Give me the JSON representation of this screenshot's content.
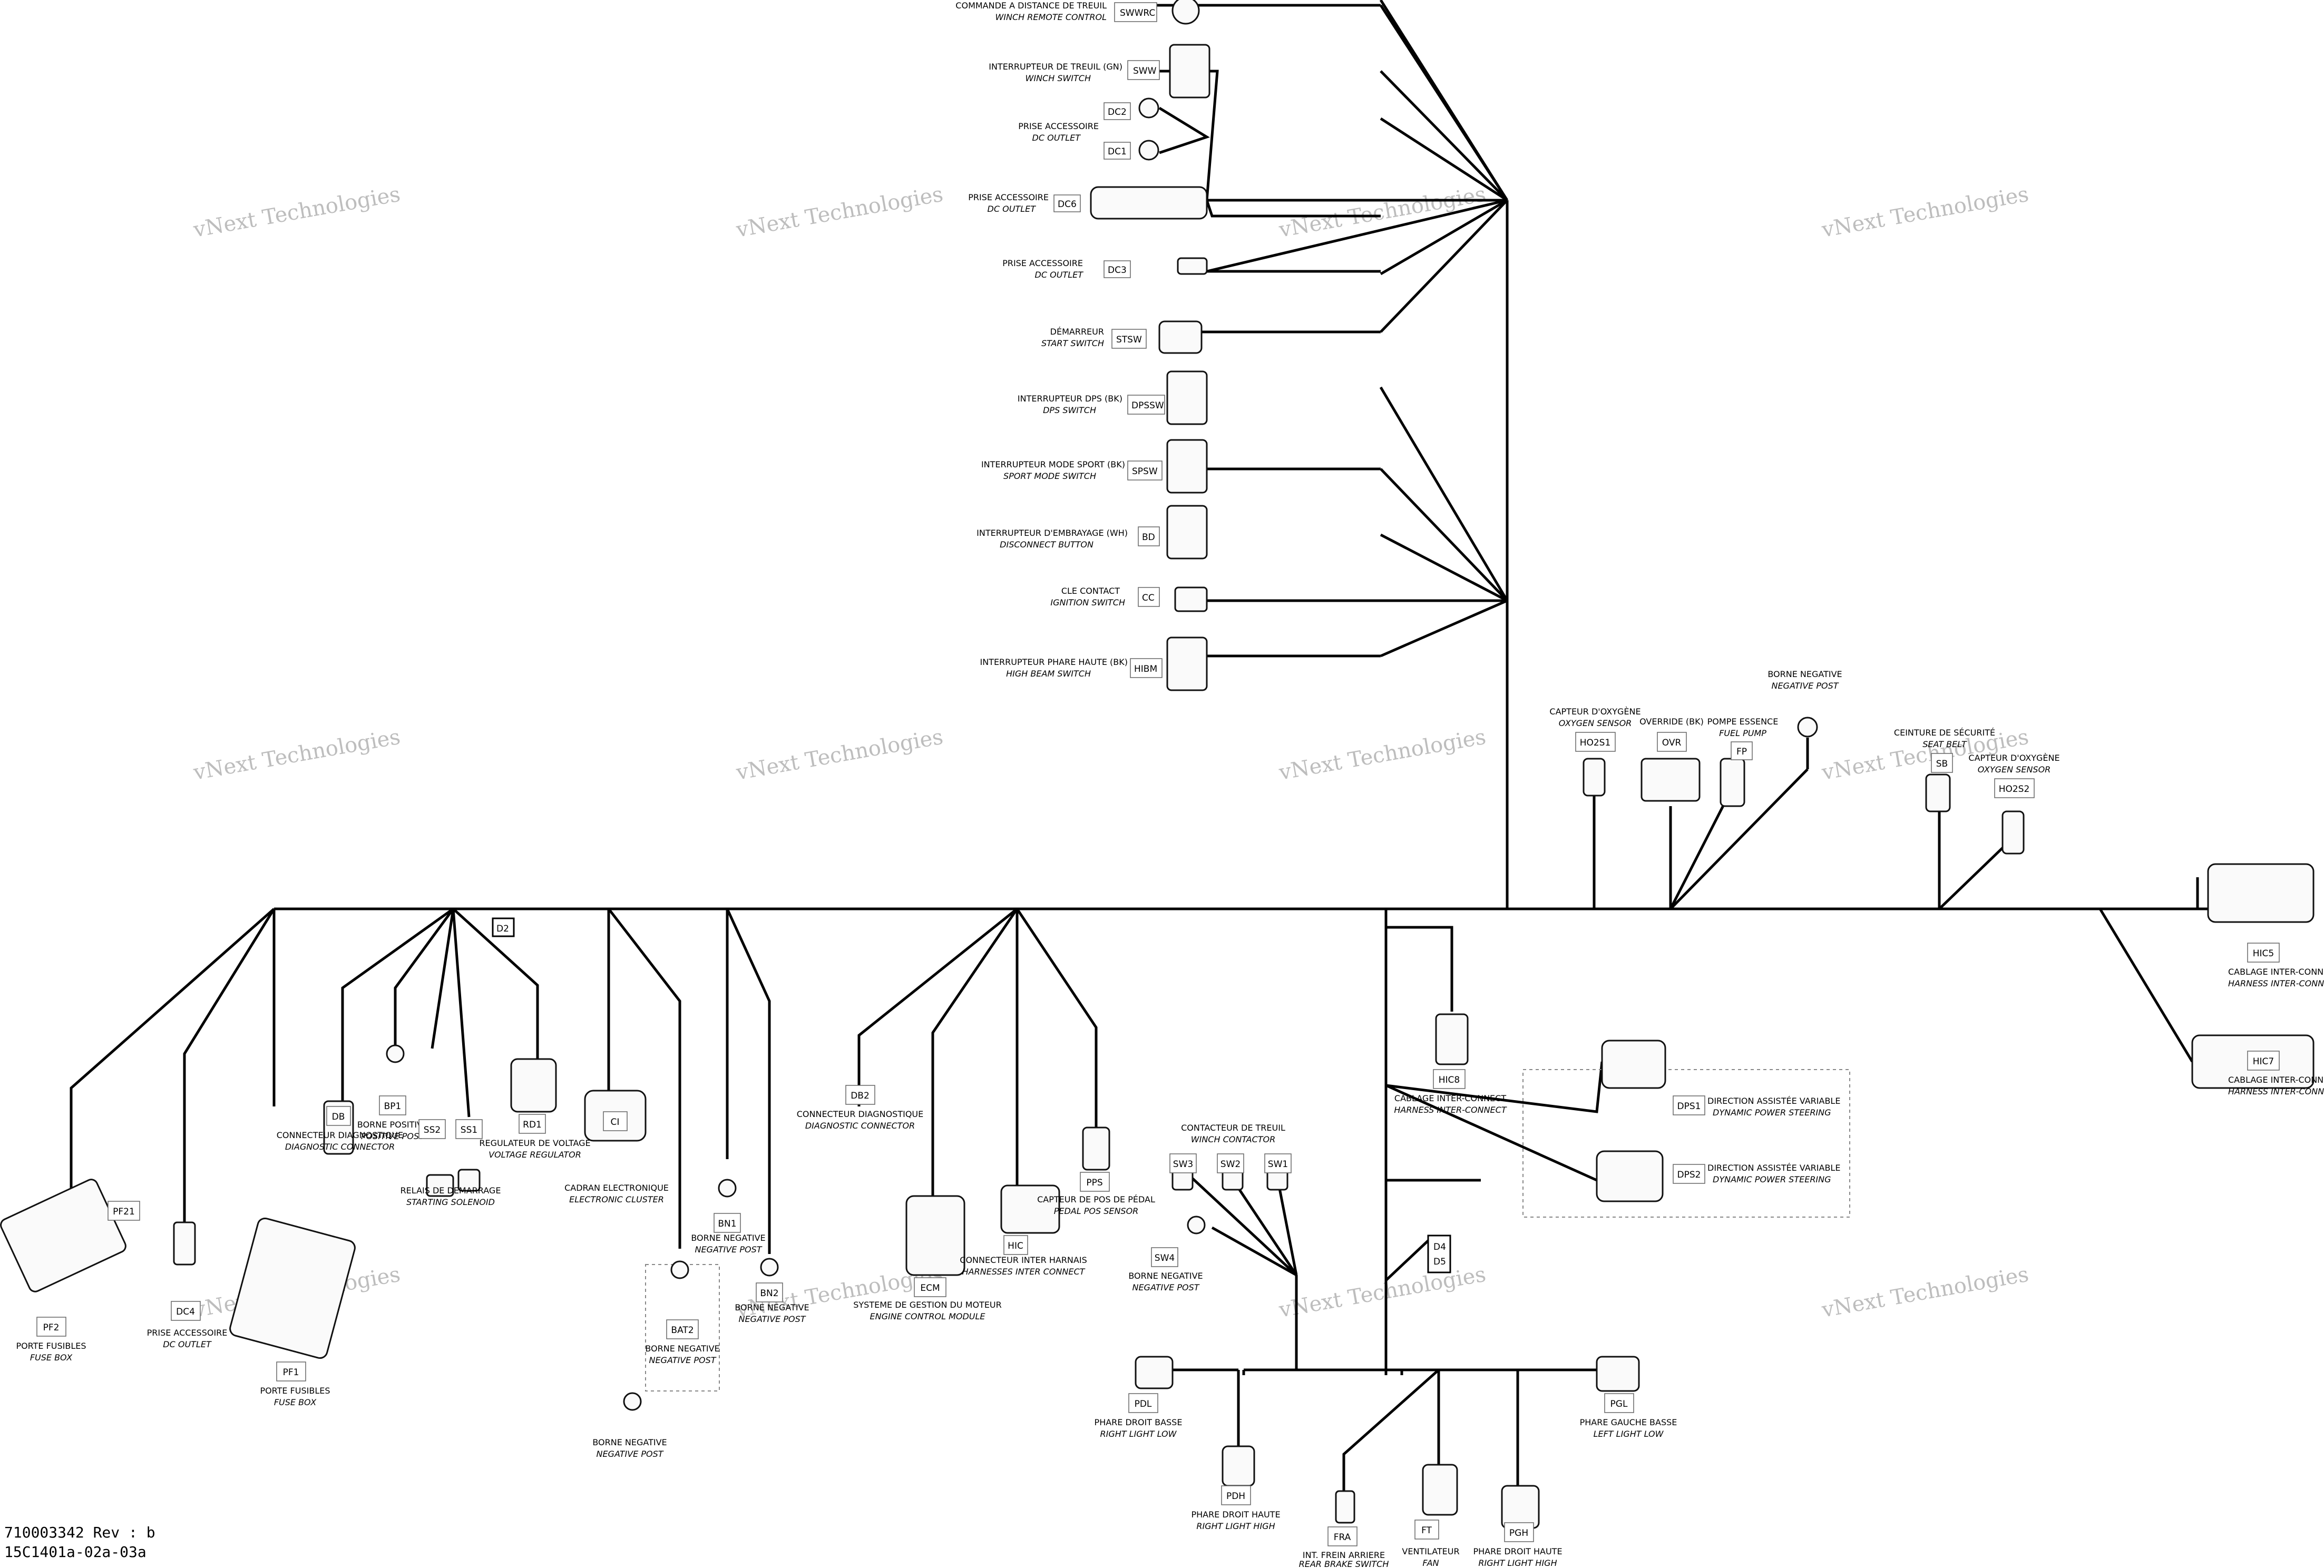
{
  "connectors": [
    {
      "id": "SWWRC",
      "fr": "COMMANDE A DISTANCE DE TREUIL",
      "en": "WINCH REMOTE CONTROL"
    },
    {
      "id": "SWW",
      "fr": "INTERRUPTEUR DE TREUIL (GN)",
      "en": "WINCH SWITCH"
    },
    {
      "id": "DC2",
      "fr": "PRISE ACCESSOIRE",
      "en": "DC OUTLET"
    },
    {
      "id": "DC1",
      "fr": "",
      "en": ""
    },
    {
      "id": "DC6",
      "fr": "PRISE ACCESSOIRE",
      "en": "DC OUTLET"
    },
    {
      "id": "DC3",
      "fr": "PRISE ACCESSOIRE",
      "en": "DC OUTLET"
    },
    {
      "id": "STSW",
      "fr": "DÉMARREUR",
      "en": "START SWITCH"
    },
    {
      "id": "DPSSW",
      "fr": "INTERRUPTEUR DPS (BK)",
      "en": "DPS SWITCH"
    },
    {
      "id": "SPSW",
      "fr": "INTERRUPTEUR MODE SPORT (BK)",
      "en": "SPORT MODE SWITCH"
    },
    {
      "id": "BD",
      "fr": "INTERRUPTEUR D'EMBRAYAGE (WH)",
      "en": "DISCONNECT BUTTON"
    },
    {
      "id": "CC",
      "fr": "CLE CONTACT",
      "en": "IGNITION SWITCH"
    },
    {
      "id": "HIBM",
      "fr": "INTERRUPTEUR PHARE HAUTE (BK)",
      "en": "HIGH BEAM SWITCH"
    },
    {
      "id": "HO2S1",
      "fr": "CAPTEUR D'OXYGÈNE",
      "en": "OXYGEN SENSOR"
    },
    {
      "id": "OVR",
      "fr": "OVERRIDE (BK)",
      "en": ""
    },
    {
      "id": "FP",
      "fr": "POMPE ESSENCE",
      "en": "FUEL PUMP"
    },
    {
      "id": "NEGPOST_TOP",
      "fr": "BORNE NEGATIVE",
      "en": "NEGATIVE POST"
    },
    {
      "id": "SB",
      "fr": "CEINTURE DE SÉCURITÉ",
      "en": "SEAT BELT"
    },
    {
      "id": "HO2S2",
      "fr": "CAPTEUR D'OXYGÈNE",
      "en": "OXYGEN SENSOR"
    },
    {
      "id": "HIC5",
      "fr": "CABLAGE INTER-CONNECT",
      "en": "HARNESS INTER-CONNECT"
    },
    {
      "id": "HIC7",
      "fr": "CABLAGE INTER-CONNECT",
      "en": "HARNESS INTER-CONNECT"
    },
    {
      "id": "HIC8",
      "fr": "CABLAGE INTER-CONNECT",
      "en": "HARNESS INTER-CONNECT"
    },
    {
      "id": "DPS1",
      "fr": "DIRECTION ASSISTÉE VARIABLE",
      "en": "DYNAMIC POWER STEERING"
    },
    {
      "id": "DPS2",
      "fr": "DIRECTION ASSISTÉE VARIABLE",
      "en": "DYNAMIC POWER STEERING"
    },
    {
      "id": "PF21",
      "fr": "",
      "en": ""
    },
    {
      "id": "PF2",
      "fr": "PORTE FUSIBLES",
      "en": "FUSE BOX"
    },
    {
      "id": "DC4",
      "fr": "PRISE ACCESSOIRE",
      "en": "DC OUTLET"
    },
    {
      "id": "PF1",
      "fr": "PORTE FUSIBLES",
      "en": "FUSE BOX"
    },
    {
      "id": "DB",
      "fr": "CONNECTEUR DIAGNOSTIQUE",
      "en": "DIAGNOSTIC CONNECTOR"
    },
    {
      "id": "BP1",
      "fr": "BORNE POSITIVE",
      "en": "POSITIVE POST"
    },
    {
      "id": "SS2",
      "fr": "RELAIS DE DEMARRAGE",
      "en": "STARTING SOLENOID"
    },
    {
      "id": "SS1",
      "fr": "",
      "en": ""
    },
    {
      "id": "RD1",
      "fr": "REGULATEUR DE VOLTAGE",
      "en": "VOLTAGE REGULATOR"
    },
    {
      "id": "CI",
      "fr": "CADRAN ELECTRONIQUE",
      "en": "ELECTRONIC CLUSTER"
    },
    {
      "id": "BAT2",
      "fr": "BORNE NEGATIVE",
      "en": "NEGATIVE POST"
    },
    {
      "id": "NEGPOST_BOTTOM",
      "fr": "BORNE NEGATIVE",
      "en": "NEGATIVE POST"
    },
    {
      "id": "BN1",
      "fr": "BORNE NEGATIVE",
      "en": "NEGATIVE POST"
    },
    {
      "id": "BN2",
      "fr": "BORNE NEGATIVE",
      "en": "NEGATIVE POST"
    },
    {
      "id": "DB2",
      "fr": "CONNECTEUR DIAGNOSTIQUE",
      "en": "DIAGNOSTIC CONNECTOR"
    },
    {
      "id": "ECM",
      "fr": "SYSTEME DE GESTION DU MOTEUR",
      "en": "ENGINE CONTROL MODULE"
    },
    {
      "id": "HIC",
      "fr": "CONNECTEUR INTER HARNAIS",
      "en": "HARNESSES INTER CONNECT"
    },
    {
      "id": "PPS",
      "fr": "CAPTEUR DE POS DE PÉDAL",
      "en": "PEDAL POS SENSOR"
    },
    {
      "id": "SW3",
      "fr": "CONTACTEUR DE TREUIL",
      "en": "WINCH CONTACTOR"
    },
    {
      "id": "SW2",
      "fr": "",
      "en": ""
    },
    {
      "id": "SW1",
      "fr": "",
      "en": ""
    },
    {
      "id": "SW4",
      "fr": "BORNE NEGATIVE",
      "en": "NEGATIVE POST"
    },
    {
      "id": "PDL",
      "fr": "PHARE DROIT BASSE",
      "en": "RIGHT LIGHT LOW"
    },
    {
      "id": "PDH",
      "fr": "PHARE DROIT HAUTE",
      "en": "RIGHT LIGHT HIGH"
    },
    {
      "id": "FRA",
      "fr": "INT. FREIN ARRIERE",
      "en": "REAR BRAKE SWITCH"
    },
    {
      "id": "FT",
      "fr": "VENTILATEUR",
      "en": "FAN"
    },
    {
      "id": "PGH",
      "fr": "PHARE DROIT HAUTE",
      "en": "RIGHT LIGHT HIGH"
    },
    {
      "id": "PGL",
      "fr": "PHARE GAUCHE BASSE",
      "en": "LEFT LIGHT LOW"
    }
  ],
  "markers": [
    "D2",
    "D4",
    "D5"
  ],
  "watermark": "vNext Technologies",
  "footer": {
    "part_number": "710003342 Rev : b",
    "drawing_code": "15C1401a-02a-03a"
  }
}
